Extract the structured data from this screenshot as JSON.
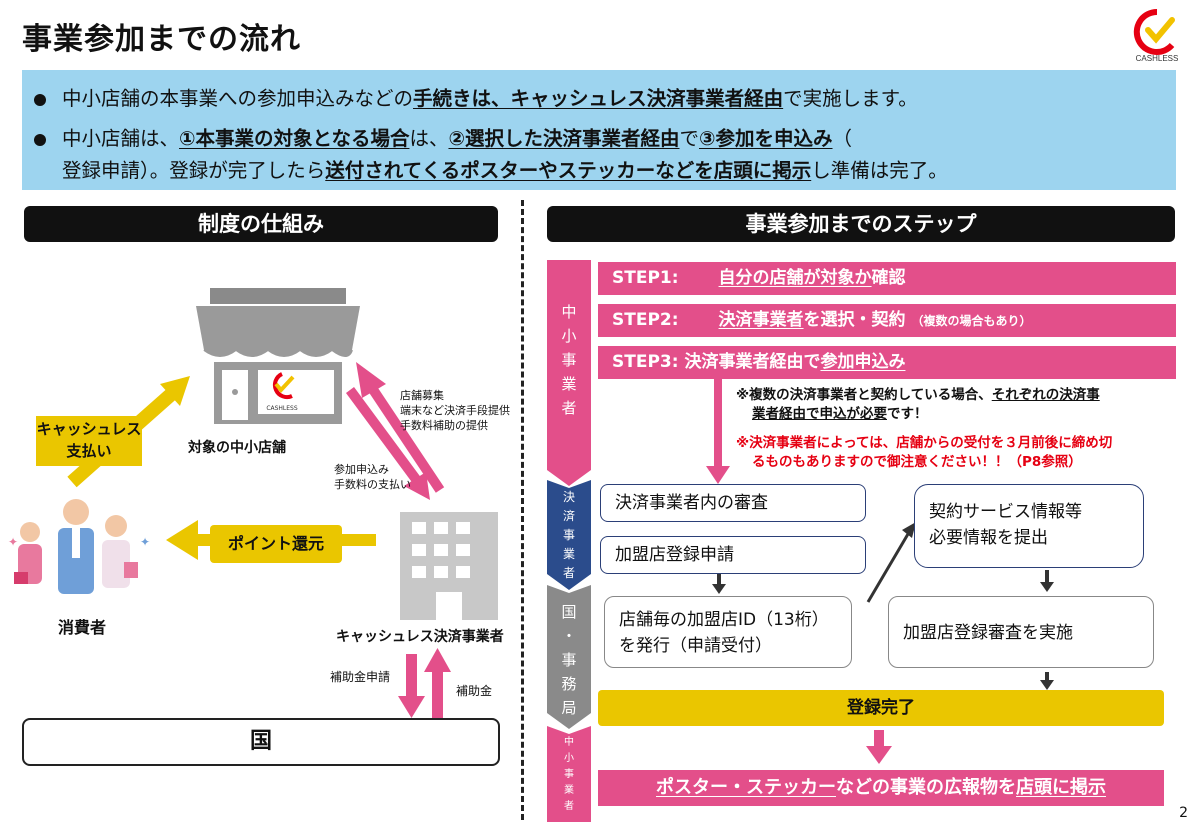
{
  "title": "事業参加までの流れ",
  "logo": {
    "text": "CASHLESS",
    "icon": "cashless-logo-icon"
  },
  "intro": {
    "line1_a": "中小店舗の本事業への参加申込みなどの",
    "line1_b": "手続きは、キャッシュレス決済事業者経由",
    "line1_c": "で実施します。",
    "line2_a": "中小店舗は、",
    "line2_b": "①本事業の対象となる場合",
    "line2_c": "は、",
    "line2_d": "②選択した決済事業者経由",
    "line2_e": "で",
    "line2_f": "③参加を申込み",
    "line2_g": "（",
    "line3_a": "登録申請）。登録が完了したら",
    "line3_b": "送付されてくるポスターやステッカーなどを店頭に掲示",
    "line3_c": "し準備は完了。"
  },
  "left": {
    "header": "制度の仕組み",
    "shop_label": "対象の中小店舗",
    "shop_logo_text": "CASHLESS",
    "consumer_label": "消費者",
    "provider_label": "キャッシュレス決済事業者",
    "cashless_pay": "キャッシュレス\n支払い",
    "point_return": "ポイント還元",
    "arrow_up_text": "店舗募集\n端末など決済手段提供\n手数料補助の提供",
    "arrow_down_text": "参加申込み\n手数料の支払い",
    "subsidy_request": "補助金申請",
    "subsidy": "補助金",
    "country": "国"
  },
  "right": {
    "header": "事業参加までのステップ",
    "lane1": "中\n小\n事\n業\n者",
    "lane2": "決\n済\n事\n業\n者",
    "lane3": "国\n・\n事\n務\n局",
    "lane4": "中\n小\n事\n業\n者",
    "step1_label": "STEP1:",
    "step1_u": "自分の店舗が対象か",
    "step1_rest": "確認",
    "step2_label": "STEP2:",
    "step2_u": "決済事業者",
    "step2_rest": "を選択・契約",
    "step2_small": "（複数の場合もあり）",
    "step3_label": "STEP3: 決済事業者経由で",
    "step3_u": "参加申込み",
    "note1_a": "※複数の決済事業者と契約している場合、",
    "note1_b": "それぞれの決済事",
    "note1_c": "業者経由で申込が必要",
    "note1_d": "です！",
    "note2_a": "※決済事業者によっては、店舗からの受付を３月前後に締め切",
    "note2_b": "るものもありますので御注意ください！！（P8参照）",
    "box_review": "決済事業者内の審査",
    "box_apply": "加盟店登録申請",
    "box_contract": "契約サービス情報等\n必要情報を提出",
    "box_issue": "店舗毎の加盟店ID（13桁）\nを発行（申請受付）",
    "box_exam": "加盟店登録審査を実施",
    "complete": "登録完了",
    "final_u1": "ポスター・ステッカー",
    "final_mid": "などの事業の広報物を",
    "final_u2": "店頭に掲示"
  },
  "page_number": "2"
}
